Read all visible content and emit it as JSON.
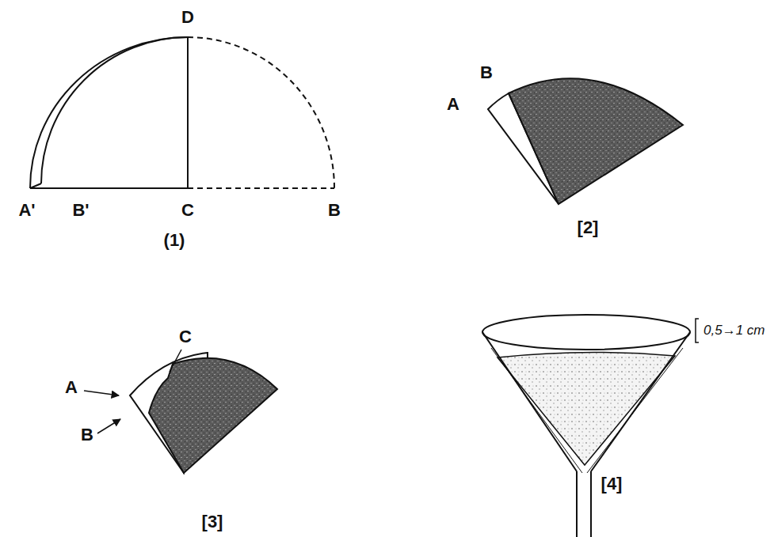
{
  "diagram": {
    "labels": [
      "D",
      "A'",
      "B'",
      "C",
      "B",
      "(1)",
      "B",
      "A",
      "[2]",
      "C",
      "A",
      "B",
      "[3]",
      "0,5→1 cm",
      "[4]"
    ]
  }
}
